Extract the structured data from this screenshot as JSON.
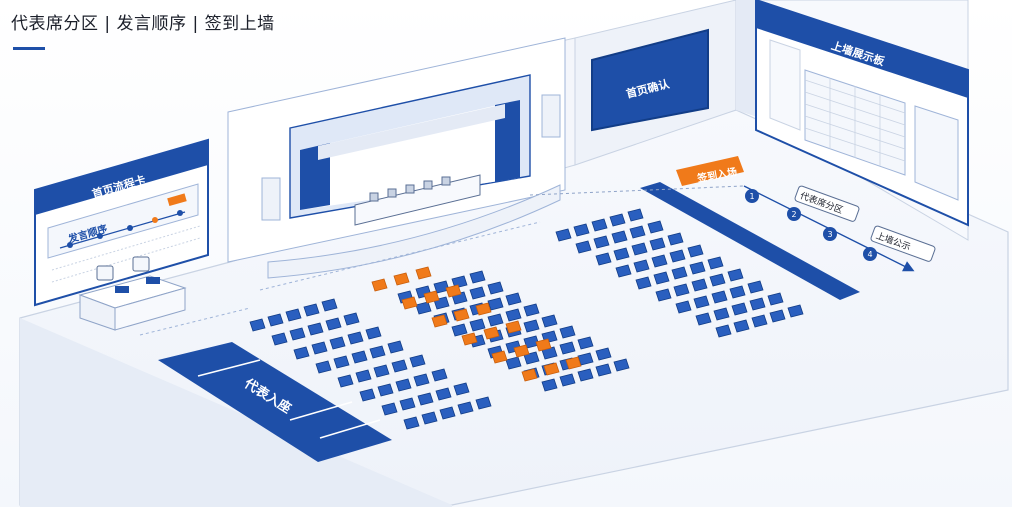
{
  "header": {
    "title": "代表席分区 | 发言顺序 | 签到上墙"
  },
  "left_board": {
    "title": "首页流程卡",
    "section": "发言顺序",
    "badge": ""
  },
  "center_board": {
    "title": "首页确认"
  },
  "right_board": {
    "title": "上墙展示板"
  },
  "floor": {
    "entry_sign": "代表入座",
    "checkin_tag": "签到入场",
    "flow_steps": [
      {
        "num": "1",
        "label": ""
      },
      {
        "num": "2",
        "label": "代表席分区"
      },
      {
        "num": "3",
        "label": ""
      },
      {
        "num": "4",
        "label": "上墙公示"
      }
    ]
  },
  "colors": {
    "brand_blue": "#1e4fa8",
    "accent_orange": "#f07a1a",
    "light_blue": "#dfe8f7",
    "line_gray": "#c9d3e3"
  }
}
